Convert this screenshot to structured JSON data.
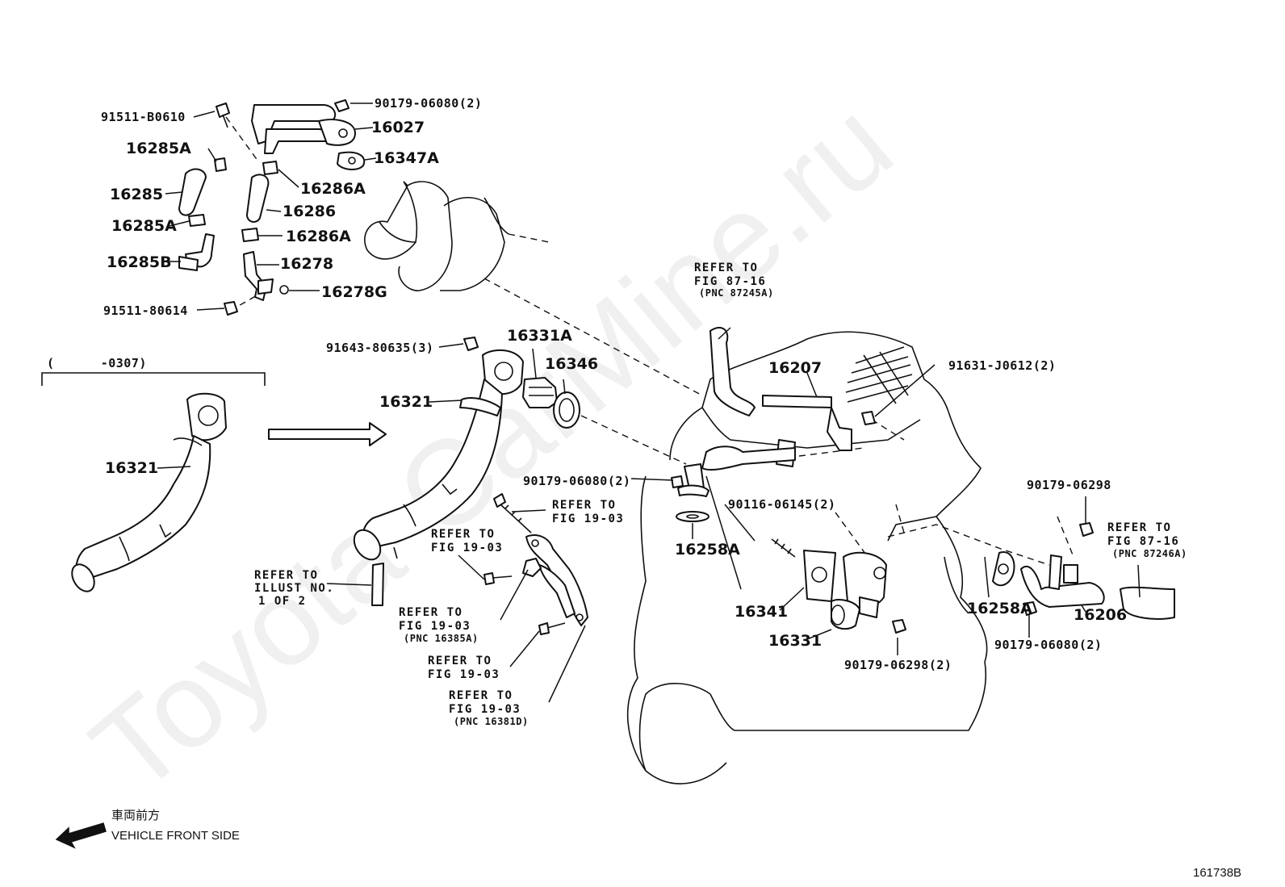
{
  "watermark": "Toyota-CarMine.ru",
  "diagram_code": "161738B",
  "front_note": {
    "japanese": "車両前方",
    "english": "VEHICLE FRONT SIDE"
  },
  "bracket_label": "(      -0307)",
  "labels": {
    "p91511_b0610": "91511-B0610",
    "p90179_06080_2a": "90179-06080(2)",
    "p16027": "16027",
    "p16347a": "16347A",
    "p16285a_1": "16285A",
    "p16286a_1": "16286A",
    "p16285": "16285",
    "p16286": "16286",
    "p16285a_2": "16285A",
    "p16286a_2": "16286A",
    "p16285b": "16285B",
    "p16278": "16278",
    "p16278g": "16278G",
    "p91511_80614": "91511-80614",
    "p91643_80635": "91643-80635(3)",
    "p16331a": "16331A",
    "p16346": "16346",
    "p16321_main": "16321",
    "p16321_alt": "16321",
    "p16207": "16207",
    "p91631_j0612": "91631-J0612(2)",
    "p90179_06080_2b": "90179-06080(2)",
    "p16258a_1": "16258A",
    "p90116_06145": "90116-06145(2)",
    "p16341": "16341",
    "p16331": "16331",
    "p90179_06298_2": "90179-06298(2)",
    "p16258a_2": "16258A",
    "p16206": "16206",
    "p90179_06298": "90179-06298",
    "p90179_06080_2c": "90179-06080(2)"
  },
  "refs": {
    "r1": {
      "l1": "REFER TO",
      "l2": "FIG 87-16",
      "l3": "(PNC 87245A)"
    },
    "r2": {
      "l1": "REFER TO",
      "l2": "FIG 19-03"
    },
    "r3": {
      "l1": "REFER TO",
      "l2": "FIG 19-03"
    },
    "r4": {
      "l1": "REFER TO",
      "l2": "ILLUST NO.",
      "l3": "1 OF 2"
    },
    "r5": {
      "l1": "REFER TO",
      "l2": "FIG 19-03",
      "l3": "(PNC 16385A)"
    },
    "r6": {
      "l1": "REFER TO",
      "l2": "FIG 19-03"
    },
    "r7": {
      "l1": "REFER TO",
      "l2": "FIG 19-03",
      "l3": "(PNC 16381D)"
    },
    "r8": {
      "l1": "REFER TO",
      "l2": "FIG 87-16",
      "l3": "(PNC 87246A)"
    }
  }
}
